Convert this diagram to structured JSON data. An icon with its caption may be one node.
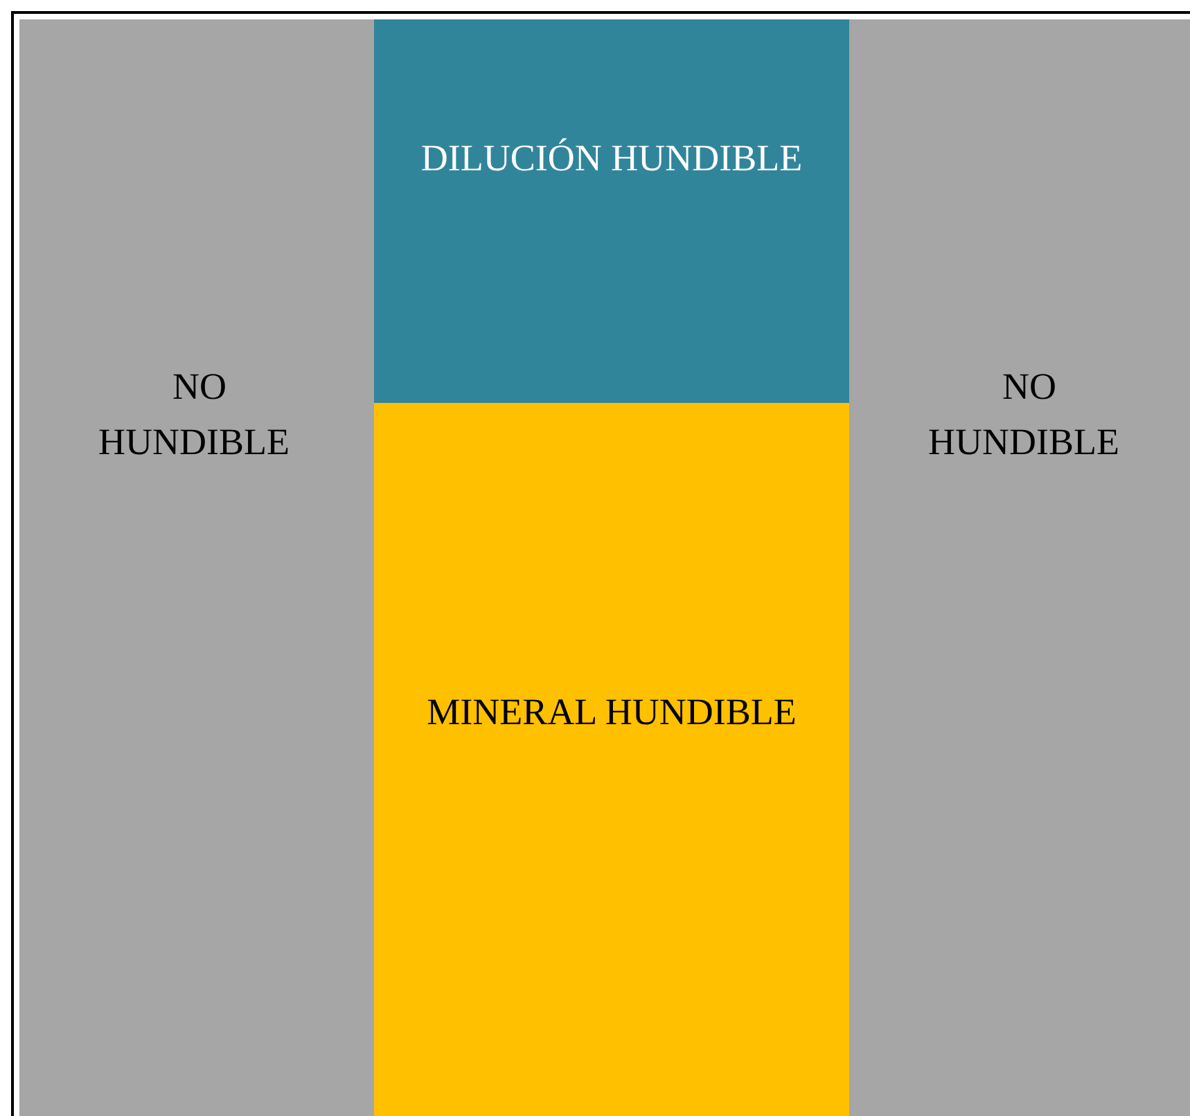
{
  "diagram": {
    "nodes": [
      {
        "text": [
          "NO HUNDIBLE"
        ]
      },
      {
        "text": [
          "DILUCIÓN HUNDIBLE"
        ]
      },
      {
        "text": [
          "MINERAL HUNDIBLE"
        ]
      },
      {
        "text": [
          "NO HUNDIBLE"
        ]
      }
    ]
  }
}
